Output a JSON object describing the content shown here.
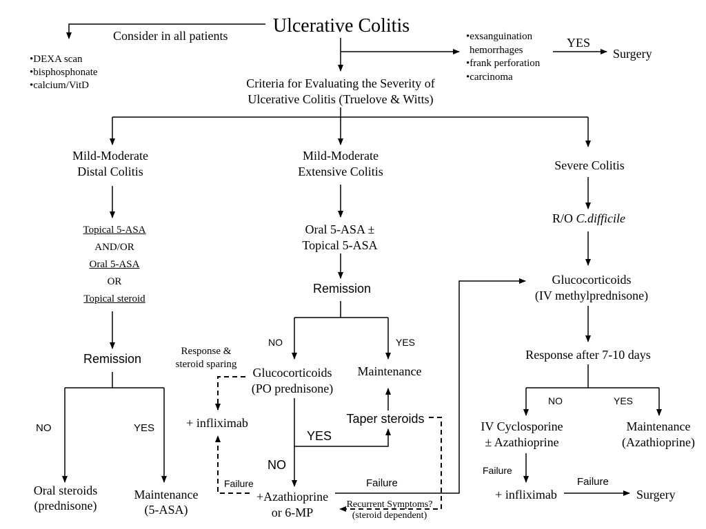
{
  "title": "Ulcerative Colitis",
  "consider": {
    "label": "Consider in all patients",
    "items": [
      "•DEXA scan",
      "•bisphosphonate",
      "•calcium/VitD"
    ]
  },
  "emergency": {
    "items": [
      "•exsanguination",
      "hemorrhages",
      "•frank perforation",
      "•carcinoma"
    ],
    "yes_label": "YES",
    "outcome": "Surgery"
  },
  "criteria": {
    "line1": "Criteria for Evaluating the Severity of",
    "line2": "Ulcerative Colitis (Truelove & Witts)"
  },
  "distal": {
    "title1": "Mild-Moderate",
    "title2": "Distal Colitis",
    "treatments": [
      "Topical 5-ASA",
      "AND/OR",
      "Oral 5-ASA",
      "OR",
      "Topical steroid"
    ],
    "remission": "Remission",
    "no_label": "NO",
    "yes_label": "YES",
    "no_outcome1": "Oral steroids",
    "no_outcome2": "(prednisone)",
    "yes_outcome1": "Maintenance",
    "yes_outcome2": "(5-ASA)"
  },
  "extensive": {
    "title1": "Mild-Moderate",
    "title2": "Extensive Colitis",
    "treatment1": "Oral 5-ASA ±",
    "treatment2": "Topical 5-ASA",
    "remission": "Remission",
    "no_label": "NO",
    "yes_label": "YES",
    "gluco1": "Glucocorticoids",
    "gluco2": "(PO prednisone)",
    "maintenance": "Maintenance",
    "taper": "Taper steroids",
    "yes2": "YES",
    "no2": "NO",
    "aza1": "+Azathioprine",
    "aza2": "or 6-MP",
    "response1": "Response &",
    "response2": "steroid sparing",
    "infliximab": "+ infliximab",
    "failure1": "Failure",
    "failure2": "Failure",
    "recurrent1": "Recurrent Symptoms?",
    "recurrent2": "(steroid dependent)"
  },
  "severe": {
    "title": "Severe Colitis",
    "ro_prefix": "R/O ",
    "ro_italic": "C.difficile",
    "gluco1": "Glucocorticoids",
    "gluco2": "(IV methylprednisone)",
    "response": "Response after 7-10 days",
    "no_label": "NO",
    "yes_label": "YES",
    "cyclo1": "IV Cyclosporine",
    "cyclo2": "± Azathioprine",
    "maint1": "Maintenance",
    "maint2": "(Azathioprine)",
    "failure1": "Failure",
    "infliximab": "+ infliximab",
    "failure2": "Failure",
    "surgery": "Surgery"
  }
}
